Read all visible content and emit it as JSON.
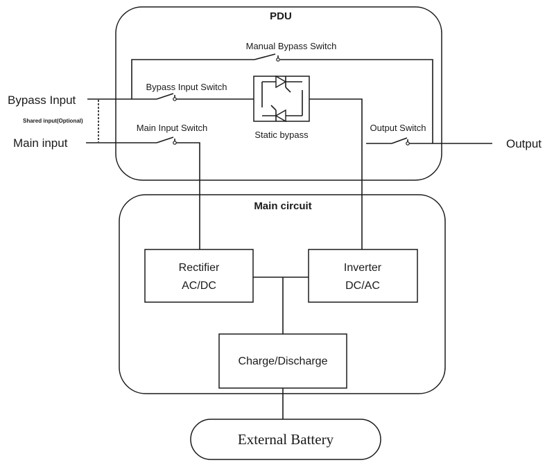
{
  "pdu": {
    "title": "PDU"
  },
  "main_circuit": {
    "title": "Main circuit"
  },
  "inputs": {
    "bypass": "Bypass Input",
    "shared": "Shared input(Optional)",
    "main": "Main input"
  },
  "output": "Output",
  "switches": {
    "manual_bypass": "Manual Bypass Switch",
    "bypass_input": "Bypass Input Switch",
    "main_input": "Main Input Switch",
    "output": "Output Switch"
  },
  "static_bypass": "Static bypass",
  "rectifier": {
    "line1": "Rectifier",
    "line2": "AC/DC"
  },
  "inverter": {
    "line1": "Inverter",
    "line2": "DC/AC"
  },
  "charger": "Charge/Discharge",
  "battery": "External Battery"
}
